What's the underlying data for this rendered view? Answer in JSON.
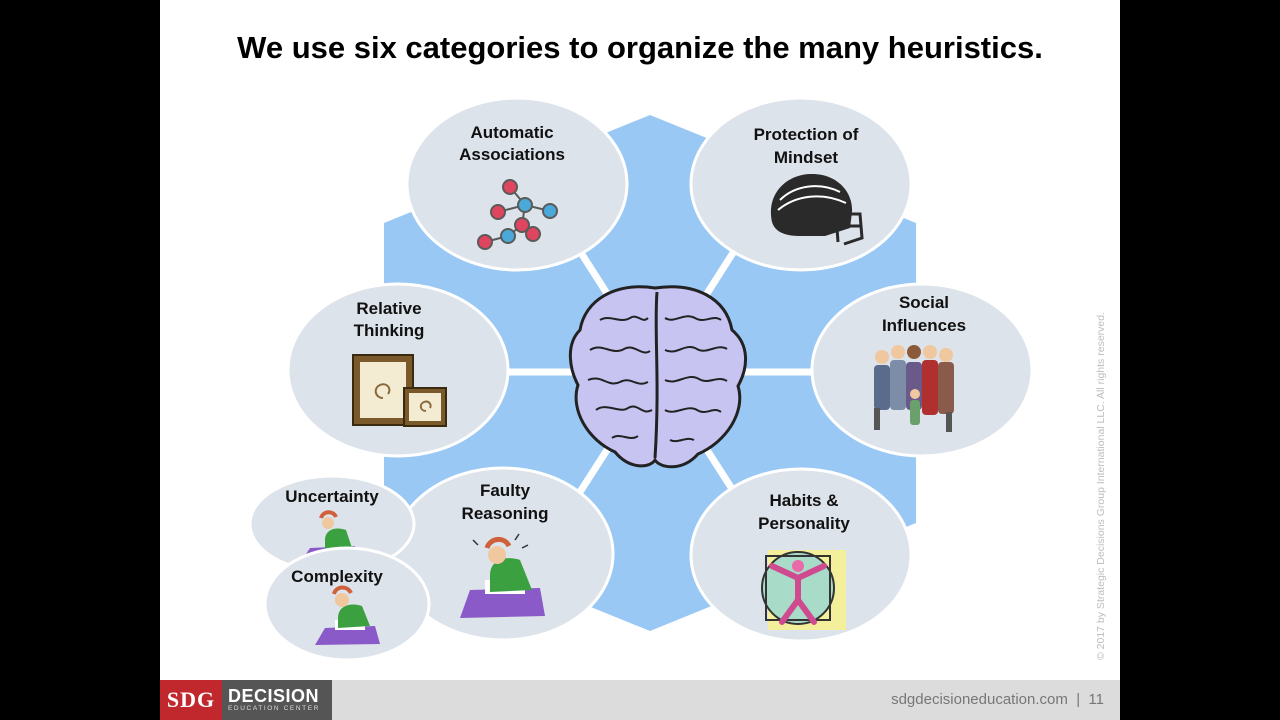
{
  "slide": {
    "title": "We use six categories to organize the many heuristics.",
    "categories": {
      "automatic": {
        "line1": "Automatic",
        "line2": "Associations"
      },
      "protection": {
        "line1": "Protection of",
        "line2": "Mindset"
      },
      "relative": {
        "line1": "Relative",
        "line2": "Thinking"
      },
      "social": {
        "line1": "Social",
        "line2": "Influences"
      },
      "faulty": {
        "line1": "Faulty",
        "line2": "Reasoning"
      },
      "habits": {
        "line1": "Habits &",
        "line2": "Personality"
      }
    },
    "extras": {
      "uncertainty": "Uncertainty",
      "complexity": "Complexity"
    },
    "copyright": "© 2017 by Strategic Decisions Group International LLC. All rights reserved."
  },
  "footer": {
    "logo_sdg": "SDG",
    "logo_decision": "DECISION",
    "logo_center": "EDUCATION CENTER",
    "url": "sdgdecisioneducation.com  |  11"
  },
  "colors": {
    "hexagon": "#99c8f5",
    "bubble": "#dde3ea",
    "brain": "#c7c4f2",
    "logo_red": "#c0282d",
    "footer_bg": "#dcdcdc"
  }
}
